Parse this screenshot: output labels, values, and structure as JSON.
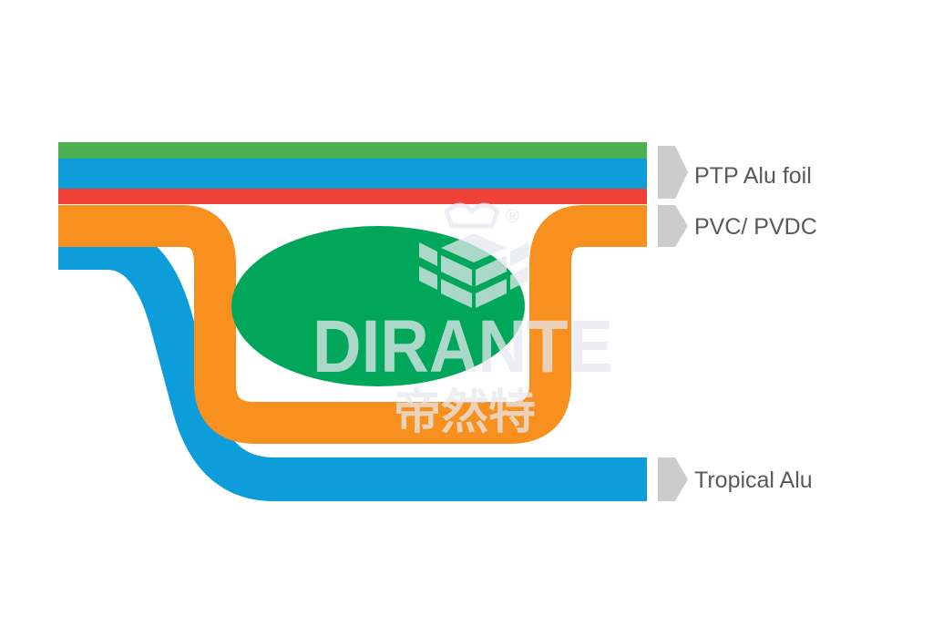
{
  "diagram": {
    "labels": {
      "ptp_alu_foil": "PTP Alu foil",
      "pvc_pvdc": "PVC/ PVDC",
      "tropical_alu": "Tropical Alu"
    },
    "watermark": {
      "brand": "DIRANTE",
      "brand_cn": "帝然特",
      "registered_mark": "®"
    },
    "colors": {
      "top_green": "#4caf50",
      "blue_layer": "#0d9ddb",
      "red_layer": "#ef4137",
      "orange_layer": "#f7901e",
      "tablet": "#00a65a",
      "marker": "#cccccc",
      "label": "#595959"
    }
  }
}
